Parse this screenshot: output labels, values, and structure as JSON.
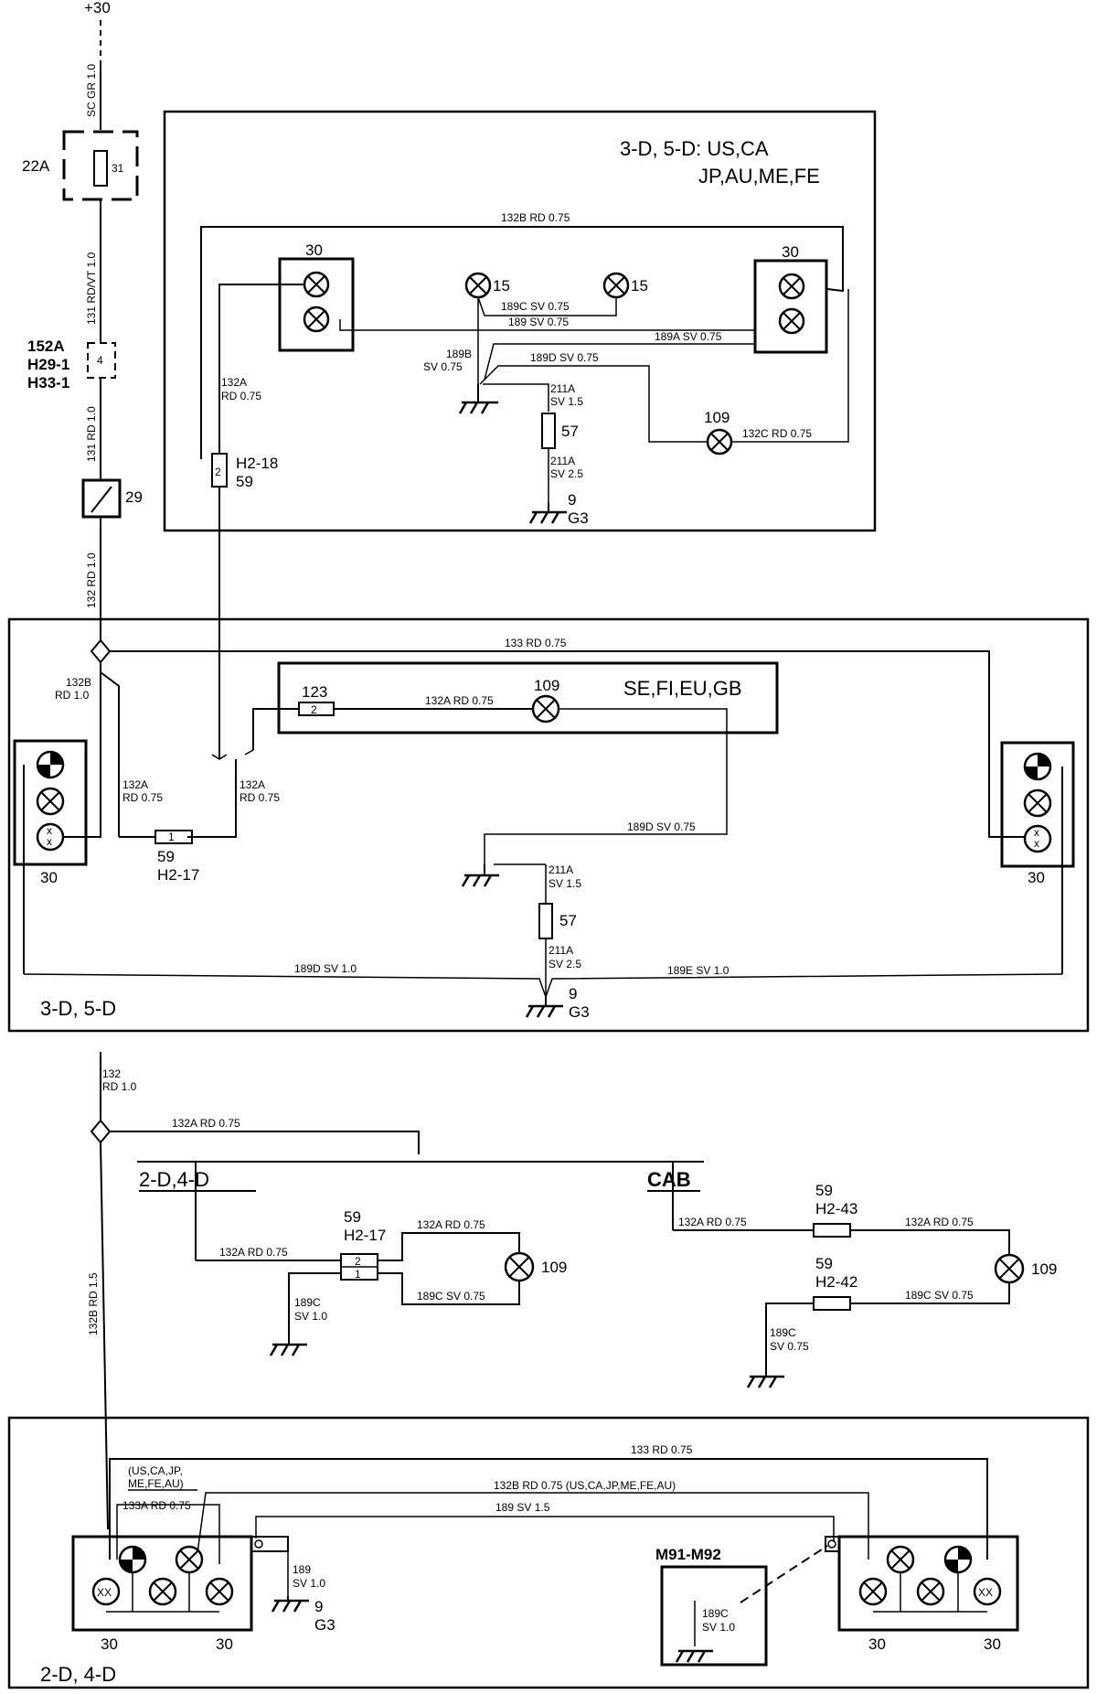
{
  "supply": {
    "label": "+30",
    "wire_top": "SC GR 1.0"
  },
  "fuse": {
    "label": "22A",
    "number": "31"
  },
  "connector_152": {
    "lines": [
      "152A",
      "H29-1",
      "H33-1"
    ],
    "pin": "4",
    "wire_in": "131 RD/VT 1.0",
    "wire_out": "131 RD 1.0"
  },
  "switch": {
    "label": "29",
    "wire_out": "132 RD 1.0"
  },
  "section_top": {
    "market": [
      "3-D, 5-D: US,CA",
      "JP,AU,ME,FE"
    ],
    "wire_top": "132B RD 0.75",
    "lamp_left_label": "30",
    "lamp_right_label": "30",
    "lamp15": "15",
    "lamp109": "109",
    "w189c": "189C SV 0.75",
    "w189": "189 SV 0.75",
    "w189a": "189A SV 0.75",
    "w189b": [
      "189B",
      "SV 0.75"
    ],
    "w189d": "189D SV 0.75",
    "w132c": "132C RD 0.75",
    "w132a": [
      "132A",
      "RD 0.75"
    ],
    "w211a_1": [
      "211A",
      "SV 1.5"
    ],
    "w211a_2": [
      "211A",
      "SV 2.5"
    ],
    "conn": [
      "H2-18",
      "59"
    ],
    "conn_pin": "2",
    "splice": "57",
    "ground": [
      "9",
      "G3"
    ]
  },
  "section_mid": {
    "title": "3-D, 5-D",
    "inner_market": "SE,FI,EU,GB",
    "wire_133": "133 RD 0.75",
    "wire_132b": [
      "132B",
      "RD 1.0"
    ],
    "conn123": "123",
    "conn123_pin": "2",
    "w132a_inner": "132A RD 0.75",
    "lamp109": "109",
    "w132a_l": [
      "132A",
      "RD 0.75"
    ],
    "w132a_r": [
      "132A",
      "RD 0.75"
    ],
    "conn_h217": [
      "59",
      "H2-17"
    ],
    "conn_h217_pin": "1",
    "w189d": "189D SV 0.75",
    "w211a_1": [
      "211A",
      "SV 1.5"
    ],
    "w211a_2": [
      "211A",
      "SV 2.5"
    ],
    "splice": "57",
    "w189d_b": "189D SV 1.0",
    "w189e": "189E SV 1.0",
    "ground": [
      "9",
      "G3"
    ],
    "lamp_left_label": "30",
    "lamp_right_label": "30",
    "lamp_x": "x"
  },
  "section_free": {
    "w132": [
      "132",
      "RD 1.0"
    ],
    "w132a_top": "132A RD 0.75",
    "w132b": "132B RD 1.5",
    "label_24": "2-D,4-D",
    "label_cab": "CAB",
    "left": {
      "w132a_in": "132A RD 0.75",
      "conn": [
        "59",
        "H2-17"
      ],
      "pin_top": "2",
      "pin_bot": "1",
      "w132a_out": "132A RD 0.75",
      "w189c_out": "189C SV 0.75",
      "w189c_gnd": [
        "189C",
        "SV 1.0"
      ],
      "lamp": "109"
    },
    "right": {
      "w132a_in": "132A RD 0.75",
      "conn_top": [
        "59",
        "H2-43"
      ],
      "conn_bot": [
        "59",
        "H2-42"
      ],
      "w132a_out": "132A RD 0.75",
      "w189c_out": "189C SV 0.75",
      "w189c_gnd": [
        "189C",
        "SV 0.75"
      ],
      "lamp": "109"
    }
  },
  "section_bottom": {
    "title": "2-D, 4-D",
    "w133": "133 RD 0.75",
    "market_note": [
      "(US,CA,JP,",
      "ME,FE,AU)"
    ],
    "w133a": "133A RD 0.75",
    "w132b": "132B RD 0.75 (US,CA,JP,ME,FE,AU)",
    "w189": "189 SV 1.5",
    "w189_gnd": [
      "189",
      "SV 1.0"
    ],
    "ground": [
      "9",
      "G3"
    ],
    "module": "M91-M92",
    "module_wire": [
      "189C",
      "SV 1.0"
    ],
    "lamp_xx": "XX",
    "lamp_left_labels": [
      "30",
      "30"
    ],
    "lamp_right_labels": [
      "30",
      "30"
    ]
  }
}
